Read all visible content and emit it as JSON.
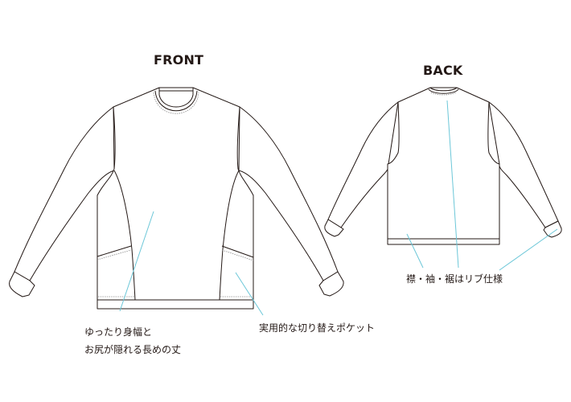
{
  "titles": {
    "front": "FRONT",
    "back": "BACK"
  },
  "annotations": {
    "body_fit_line1": "ゆったり身幅と",
    "body_fit_line2": "お尻が隠れる長めの丈",
    "pocket": "実用的な切り替えポケット",
    "rib": "襟・袖・裾はリブ仕様"
  },
  "colors": {
    "outline": "#231815",
    "leader_line": "#6cc7d8",
    "stitch": "#8a8a8a"
  }
}
